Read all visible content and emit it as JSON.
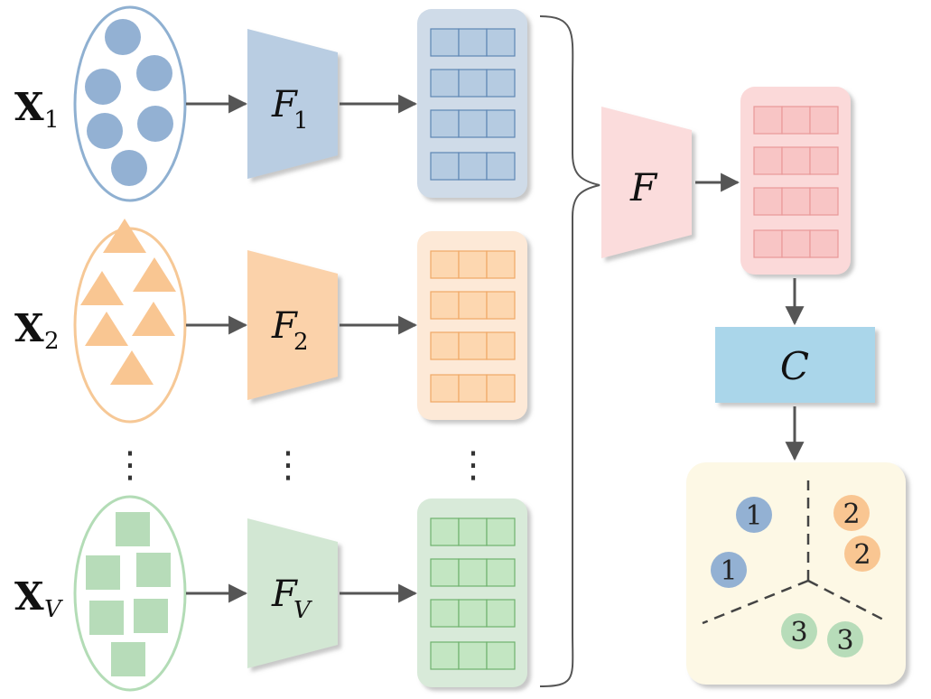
{
  "views": [
    {
      "input_symbol": "X",
      "input_sub": "1",
      "encoder_symbol": "F",
      "encoder_sub": "1",
      "shape": "circle",
      "colors": {
        "fill": "#93b1d3",
        "stroke": "#8fb0d1",
        "light": "#cfdbe8",
        "cell": "#b5cbe1",
        "cellStroke": "#5e86b4",
        "enc": "#b9cde2",
        "encEdge": "#a0a0a0"
      }
    },
    {
      "input_symbol": "X",
      "input_sub": "2",
      "encoder_symbol": "F",
      "encoder_sub": "2",
      "shape": "triangle",
      "colors": {
        "fill": "#f9c692",
        "stroke": "#f6c896",
        "light": "#fde9d7",
        "cell": "#fdd7b0",
        "cellStroke": "#f0a866",
        "enc": "#fbd2aa",
        "encEdge": "#a0a0a0"
      }
    },
    {
      "input_symbol": "X",
      "input_sub": "V",
      "encoder_symbol": "F",
      "encoder_sub": "V",
      "shape": "square",
      "colors": {
        "fill": "#b7dcb9",
        "stroke": "#b3dcb6",
        "light": "#d8ead9",
        "cell": "#c3e6c2",
        "cellStroke": "#6fb26d",
        "enc": "#d2e7d3",
        "encEdge": "#a0a0a0"
      }
    }
  ],
  "fusion": {
    "symbol": "F",
    "colors": {
      "enc": "#fbdcdc",
      "light": "#fbd9d9",
      "cell": "#f8c5c5",
      "cellStroke": "#e99898"
    }
  },
  "classifier": {
    "symbol": "C",
    "color": "#aad6ea"
  },
  "clusters": {
    "background": "#fdf8e5",
    "points": [
      {
        "label": "1",
        "color": "#93b1d3"
      },
      {
        "label": "1",
        "color": "#93b1d3"
      },
      {
        "label": "2",
        "color": "#f9c692"
      },
      {
        "label": "2",
        "color": "#f9c692"
      },
      {
        "label": "3",
        "color": "#b7dcb9"
      },
      {
        "label": "3",
        "color": "#b7dcb9"
      }
    ]
  },
  "ellipsis": "⋮"
}
